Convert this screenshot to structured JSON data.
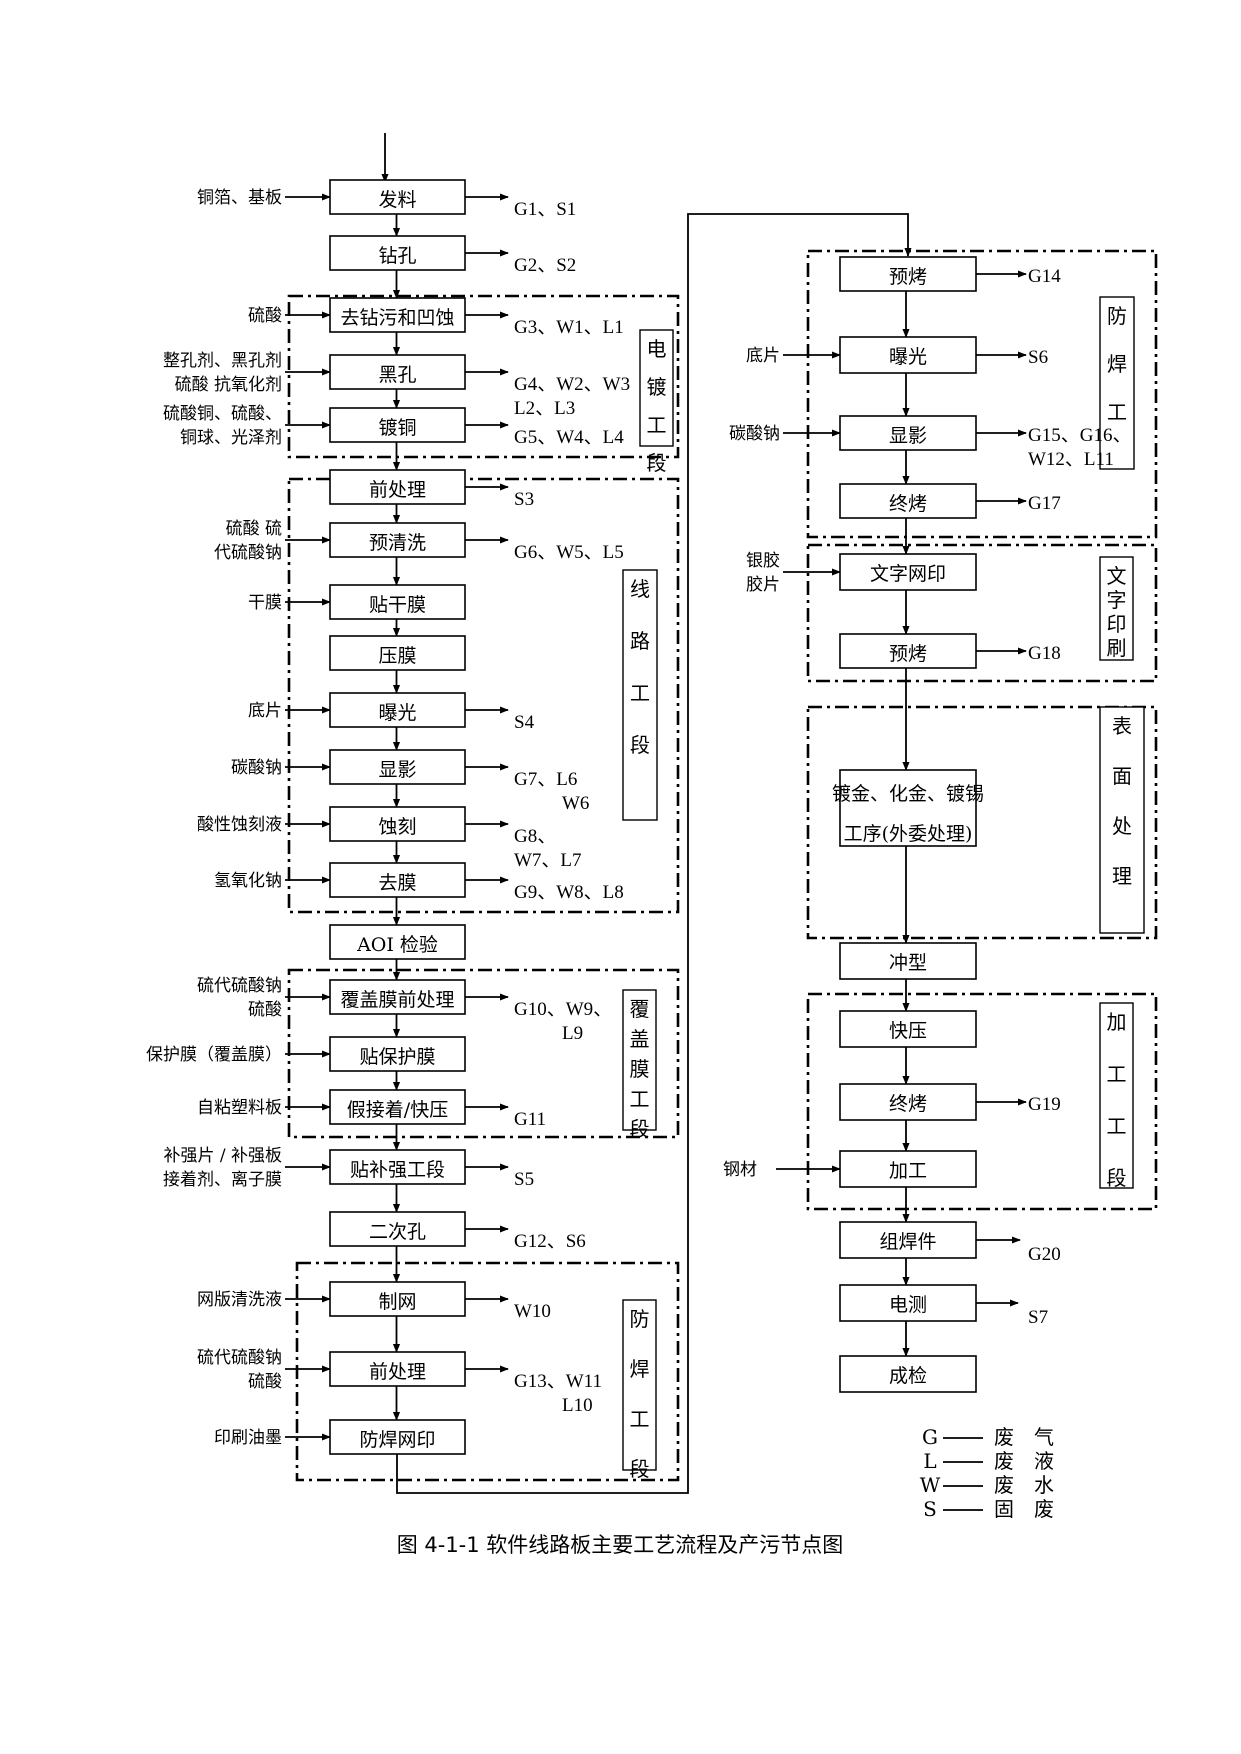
{
  "caption": "图 4-1-1 软件线路板主要工艺流程及产污节点图",
  "left_steps": [
    "发料",
    "钻孔",
    "去钻污和凹蚀",
    "黑孔",
    "镀铜",
    "前处理",
    "预清洗",
    "贴干膜",
    "压膜",
    "曝光",
    "显影",
    "蚀刻",
    "去膜",
    "AOI 检验",
    "覆盖膜前处理",
    "贴保护膜",
    "假接着/快压",
    "贴补强工段",
    "二次孔",
    "制网",
    "前处理",
    "防焊网印"
  ],
  "left_inputs": [
    {
      "step": 0,
      "lines": [
        "铜箔、基板"
      ]
    },
    {
      "step": 2,
      "lines": [
        "硫酸"
      ]
    },
    {
      "step": 3,
      "lines": [
        "整孔剂、黑孔剂",
        "硫酸 抗氧化剂"
      ]
    },
    {
      "step": 4,
      "lines": [
        "硫酸铜、硫酸、",
        "铜球、光泽剂"
      ]
    },
    {
      "step": 6,
      "lines": [
        "硫酸 硫",
        "代硫酸钠"
      ]
    },
    {
      "step": 7,
      "lines": [
        "干膜"
      ]
    },
    {
      "step": 9,
      "lines": [
        "底片"
      ]
    },
    {
      "step": 10,
      "lines": [
        "碳酸钠"
      ]
    },
    {
      "step": 11,
      "lines": [
        "酸性蚀刻液"
      ]
    },
    {
      "step": 12,
      "lines": [
        "氢氧化钠"
      ]
    },
    {
      "step": 14,
      "lines": [
        "硫代硫酸钠",
        "硫酸"
      ]
    },
    {
      "step": 15,
      "lines": [
        "保护膜（覆盖膜）"
      ]
    },
    {
      "step": 16,
      "lines": [
        "自粘塑料板"
      ]
    },
    {
      "step": 17,
      "lines": [
        "补强片 / 补强板",
        "接着剂、离子膜"
      ]
    },
    {
      "step": 19,
      "lines": [
        "网版清洗液"
      ]
    },
    {
      "step": 20,
      "lines": [
        "硫代硫酸钠",
        "硫酸"
      ]
    },
    {
      "step": 21,
      "lines": [
        "印刷油墨"
      ]
    }
  ],
  "left_outputs": [
    {
      "step": 0,
      "lines": [
        "G1、S1"
      ]
    },
    {
      "step": 1,
      "lines": [
        "G2、S2"
      ]
    },
    {
      "step": 2,
      "lines": [
        "G3、W1、L1"
      ]
    },
    {
      "step": 3,
      "lines": [
        "G4、W2、W3",
        "L2、L3"
      ]
    },
    {
      "step": 4,
      "lines": [
        "G5、W4、L4"
      ]
    },
    {
      "step": 5,
      "lines": [
        "S3"
      ]
    },
    {
      "step": 6,
      "lines": [
        "G6、W5、L5"
      ]
    },
    {
      "step": 9,
      "lines": [
        "S4"
      ]
    },
    {
      "step": 10,
      "lines": [
        "G7、L6",
        "W6"
      ]
    },
    {
      "step": 11,
      "lines": [
        "G8、",
        "W7、L7"
      ]
    },
    {
      "step": 12,
      "lines": [
        "G9、W8、L8"
      ]
    },
    {
      "step": 14,
      "lines": [
        "G10、W9、",
        "L9"
      ]
    },
    {
      "step": 16,
      "lines": [
        "G11"
      ]
    },
    {
      "step": 17,
      "lines": [
        "S5"
      ]
    },
    {
      "step": 18,
      "lines": [
        "G12、S6"
      ]
    },
    {
      "step": 19,
      "lines": [
        "W10"
      ]
    },
    {
      "step": 20,
      "lines": [
        "G13、W11",
        "L10"
      ]
    }
  ],
  "left_groups": [
    {
      "label": "电镀工段"
    },
    {
      "label": "线路工段"
    },
    {
      "label": "覆盖膜工段"
    },
    {
      "label": "防焊工段"
    }
  ],
  "right_steps": [
    "预烤",
    "曝光",
    "显影",
    "终烤",
    "文字网印",
    "预烤",
    "镀金、化金、镀锡",
    "工序(外委处理)",
    "冲型",
    "快压",
    "终烤",
    "加工",
    "组焊件",
    "电测",
    "成检"
  ],
  "right_inputs": [
    {
      "step": 1,
      "lines": [
        "底片"
      ]
    },
    {
      "step": 2,
      "lines": [
        "碳酸钠"
      ]
    },
    {
      "step": 4,
      "lines": [
        "银胶",
        "胶片"
      ]
    },
    {
      "step": 11,
      "lines": [
        "钢材"
      ]
    }
  ],
  "right_outputs": [
    {
      "step": 0,
      "lines": [
        "G14"
      ]
    },
    {
      "step": 1,
      "lines": [
        "S6"
      ]
    },
    {
      "step": 2,
      "lines": [
        "G15、G16、",
        "W12、L11"
      ]
    },
    {
      "step": 3,
      "lines": [
        "G17"
      ]
    },
    {
      "step": 5,
      "lines": [
        "G18"
      ]
    },
    {
      "step": 10,
      "lines": [
        "G19"
      ]
    },
    {
      "step": 12,
      "lines": [
        "G20"
      ]
    },
    {
      "step": 13,
      "lines": [
        "S7"
      ]
    }
  ],
  "right_groups": [
    {
      "label": "防焊工"
    },
    {
      "label": "文字印刷"
    },
    {
      "label": "表面处理"
    },
    {
      "label": "加工工段"
    }
  ],
  "legend": [
    {
      "code": "G",
      "meaning": "废　气"
    },
    {
      "code": "L",
      "meaning": "废　液"
    },
    {
      "code": "W",
      "meaning": "废　水"
    },
    {
      "code": "S",
      "meaning": "固　废"
    }
  ]
}
